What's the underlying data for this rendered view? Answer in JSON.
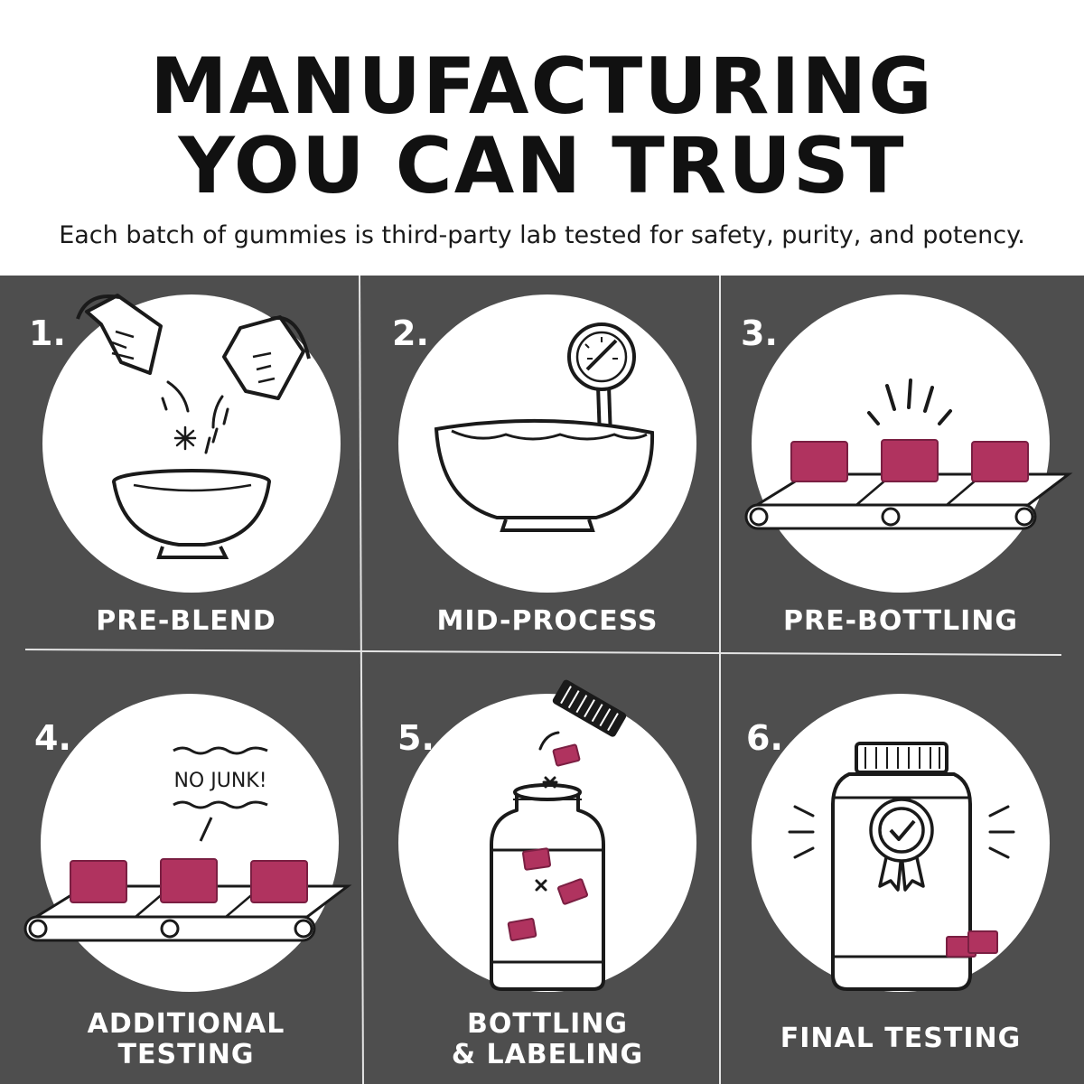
{
  "header": {
    "title_line1": "MANUFACTURING",
    "title_line2": "YOU CAN TRUST",
    "subtitle": "Each batch of gummies is third-party lab tested for safety, purity, and potency."
  },
  "steps": [
    {
      "number": "1.",
      "label": "PRE-BLEND",
      "label2": "",
      "icon": "measuring-cups-pouring-into-bowl"
    },
    {
      "number": "2.",
      "label": "MID-PROCESS",
      "label2": "",
      "icon": "bowl-with-thermometer"
    },
    {
      "number": "3.",
      "label": "PRE-BOTTLING",
      "label2": "",
      "icon": "gummies-on-conveyor"
    },
    {
      "number": "4.",
      "label": "ADDITIONAL",
      "label2": "TESTING",
      "icon": "conveyor-no-junk",
      "callout": "NO JUNK!"
    },
    {
      "number": "5.",
      "label": "BOTTLING",
      "label2": "& LABELING",
      "icon": "jar-filling-with-gummies"
    },
    {
      "number": "6.",
      "label": "FINAL TESTING",
      "label2": "",
      "icon": "bottle-with-certified-badge"
    }
  ],
  "colors": {
    "board": "#4e4e4e",
    "gummy": "#b0335f",
    "ink": "#1a1a1a"
  }
}
